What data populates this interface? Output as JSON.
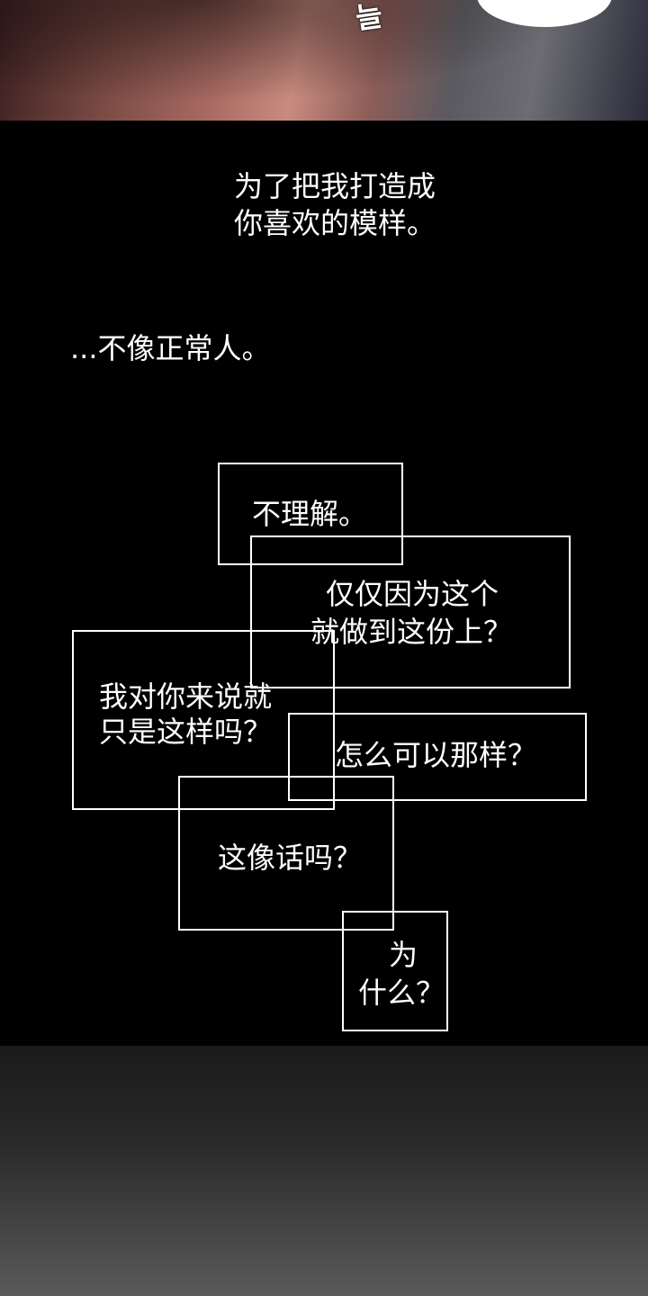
{
  "top_panel": {
    "sfx": "늘"
  },
  "narration": {
    "line1": "为了把我打造成",
    "line2": "你喜欢的模样。",
    "line3": "...不像正常人。"
  },
  "boxes": {
    "b1": "不理解。",
    "b2_l1": "仅仅因为这个",
    "b2_l2": "就做到这份上？",
    "b3_l1": "我对你来说就",
    "b3_l2": "只是这样吗？",
    "b4": "怎么可以那样？",
    "b5": "这像话吗？",
    "b6_l1": "为",
    "b6_l2": "什么？"
  }
}
